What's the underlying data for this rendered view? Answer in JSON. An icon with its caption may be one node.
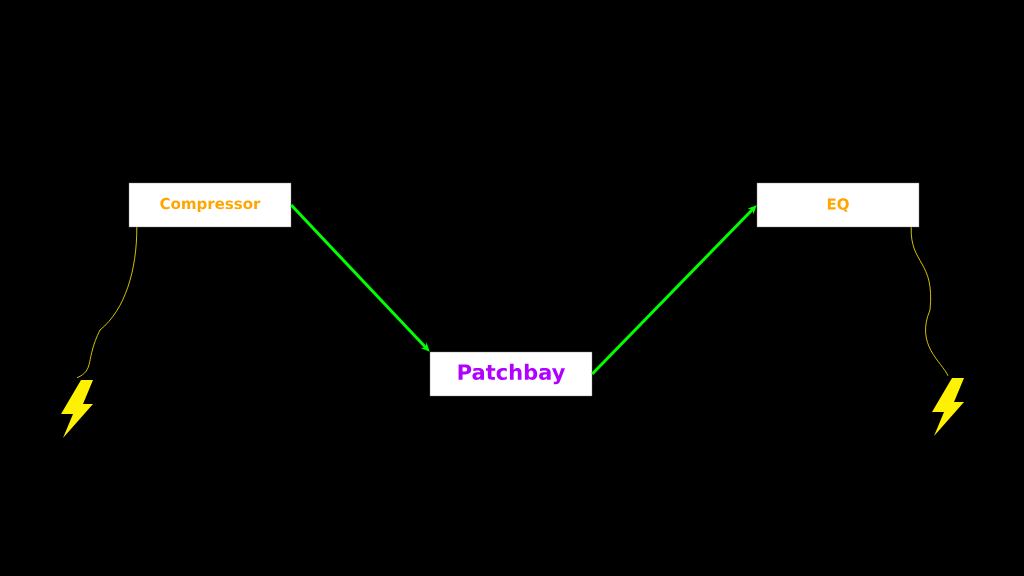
{
  "diagram": {
    "nodes": [
      {
        "text": [
          "Compressor"
        ]
      },
      {
        "text": [
          "Patchbay"
        ]
      },
      {
        "text": [
          "EQ"
        ]
      },
      {
        "text": [],
        "shape": "picture"
      },
      {
        "text": [],
        "shape": "picture"
      }
    ],
    "edges": [
      {
        "from": 0,
        "to": 1,
        "arrow": "to",
        "style": "thick"
      },
      {
        "from": 1,
        "to": 2,
        "arrow": "to",
        "style": "thick"
      },
      {
        "from": 0,
        "to": 3,
        "arrow": "none",
        "color": "#e6d800"
      },
      {
        "from": 2,
        "to": 4,
        "arrow": "none",
        "color": "#e6d800"
      }
    ]
  }
}
